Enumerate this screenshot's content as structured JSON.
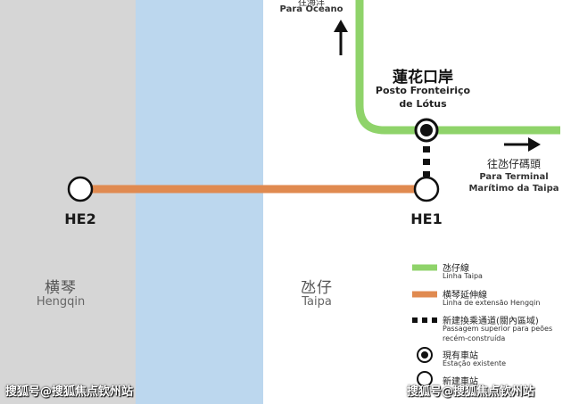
{
  "zones": {
    "hengqin": {
      "zh": "横琴",
      "pt": "Hengqin",
      "color": "#d6d6d6"
    },
    "water": {
      "color": "#bcd7ee"
    },
    "taipa": {
      "zh": "氹仔",
      "pt": "Taipa",
      "color": "#ffffff"
    }
  },
  "lines": {
    "taipa_line": {
      "color": "#8fd36a"
    },
    "hengqin_extension": {
      "color": "#e08a50"
    },
    "passage": {
      "color": "#111111"
    }
  },
  "stations": {
    "he2": {
      "code": "HE2"
    },
    "he1": {
      "code": "HE1"
    },
    "lotus": {
      "zh": "蓮花口岸",
      "pt_line1": "Posto Fronteiriço",
      "pt_line2": "de Lótus"
    }
  },
  "directions": {
    "north": {
      "zh": "往海洋",
      "pt": "Para Oceano"
    },
    "east": {
      "zh": "往氹仔碼頭",
      "pt_line1": "Para Terminal",
      "pt_line2": "Marítimo da Taipa"
    }
  },
  "legend": {
    "items": [
      {
        "zh": "氹仔線",
        "pt": "Linha Taipa"
      },
      {
        "zh": "横琴延伸線",
        "pt": "Linha de extensão Hengqin"
      },
      {
        "zh": "新建換乘通道(關內區域)",
        "pt_line1": "Passagem superior para peões",
        "pt_line2": "recém-construída"
      },
      {
        "zh": "現有車站",
        "pt": "Estação existente"
      },
      {
        "zh": "新建車站"
      }
    ]
  },
  "watermarks": {
    "left": "搜狐号@搜狐焦点钦州站",
    "right": "搜狐号@搜狐焦点钦州站"
  }
}
